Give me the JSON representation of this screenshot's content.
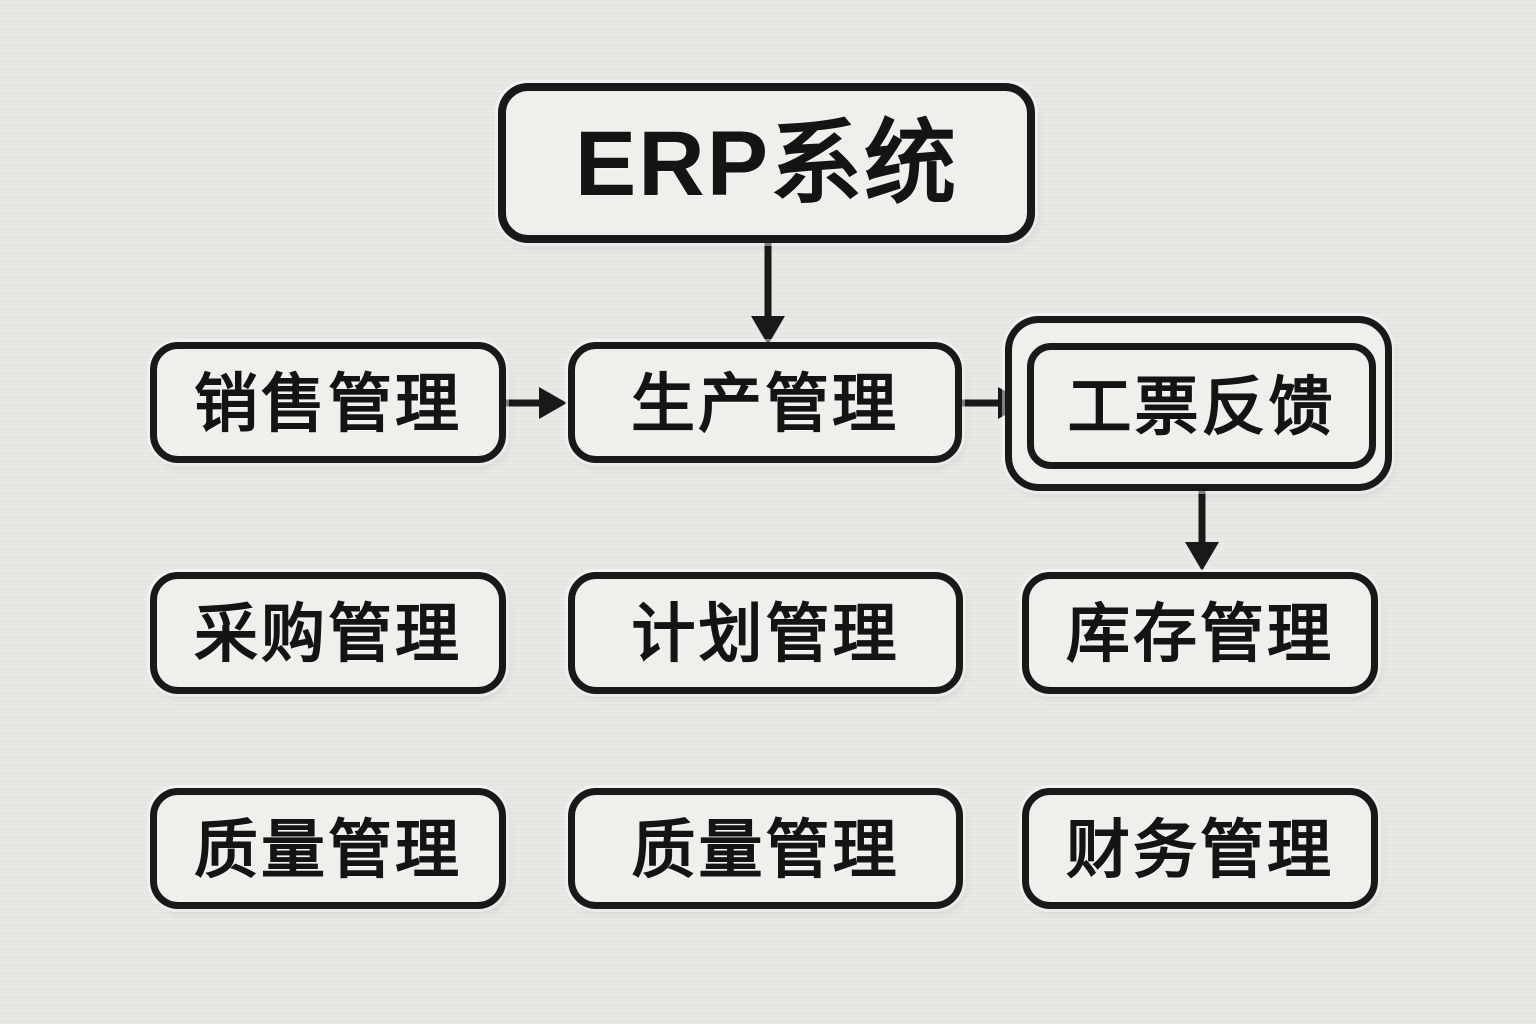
{
  "diagram": {
    "type": "flowchart",
    "title": "ERP系统",
    "nodes": {
      "erp": {
        "label": "ERP系统"
      },
      "sales": {
        "label": "销售管理"
      },
      "production": {
        "label": "生产管理"
      },
      "work_ticket": {
        "label": "工票反馈",
        "style": "double-border"
      },
      "purchasing": {
        "label": "采购管理"
      },
      "planning": {
        "label": "计划管理"
      },
      "inventory": {
        "label": "库存管理"
      },
      "quality_left": {
        "label": "质量管理"
      },
      "quality_center": {
        "label": "质量管理"
      },
      "finance": {
        "label": "财务管理"
      }
    },
    "edges": [
      {
        "from": "ERP系统",
        "to": "生产管理",
        "arrow": "down"
      },
      {
        "from": "销售管理",
        "to": "生产管理",
        "arrow": "right"
      },
      {
        "from": "生产管理",
        "to": "工票反馈",
        "arrow": "right"
      },
      {
        "from": "工票反馈",
        "to": "库存管理",
        "arrow": "down"
      }
    ],
    "colors": {
      "background": "#e9e8e5",
      "node_fill": "#f0efec",
      "line": "#191919",
      "text": "#141414"
    }
  }
}
